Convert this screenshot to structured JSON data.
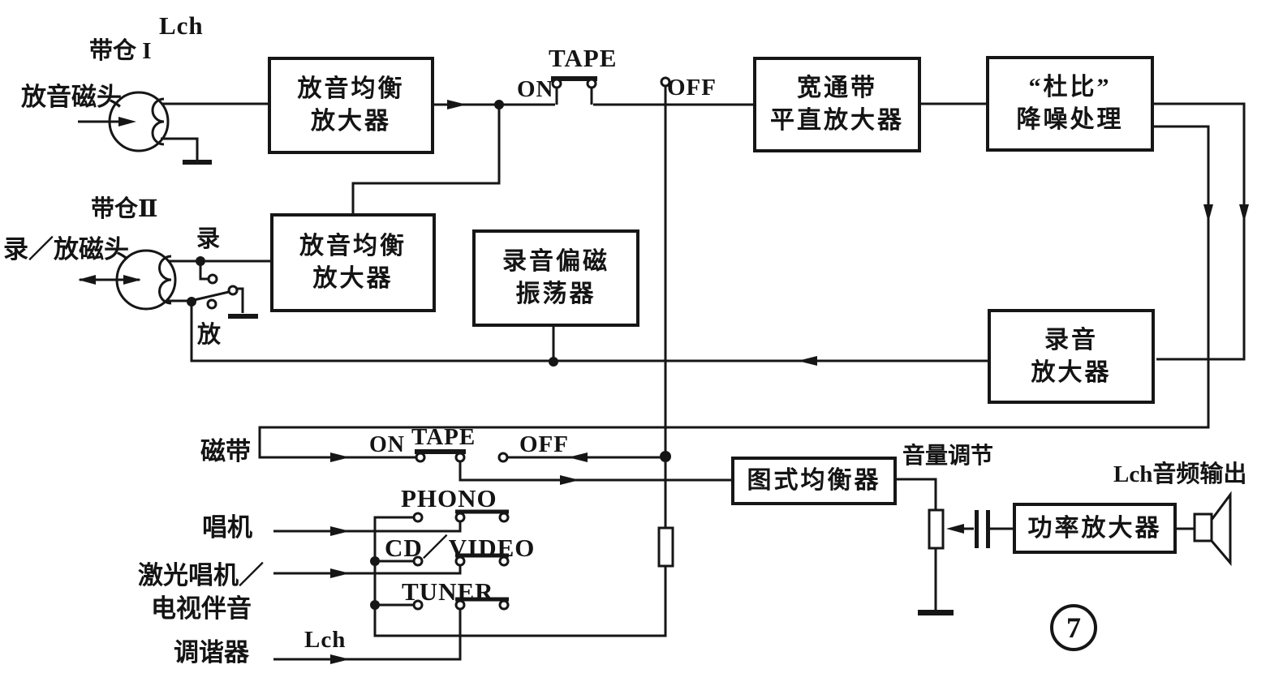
{
  "diagram_title": "cassette-deck-signal-path-schematic",
  "colors": {
    "ink": "#161616",
    "paper": "#ffffff"
  },
  "blocks": {
    "playback_eq_1": {
      "line1": "放音均衡",
      "line2": "放大器"
    },
    "playback_eq_2": {
      "line1": "放音均衡",
      "line2": "放大器"
    },
    "wideband_flat_amp": {
      "line1": "宽通带",
      "line2": "平直放大器"
    },
    "dolby_nr": {
      "line1": "“杜比”",
      "line2": "降噪处理"
    },
    "record_amp": {
      "line1": "录音",
      "line2": "放大器"
    },
    "record_bias_osc": {
      "line1": "录音偏磁",
      "line2": "振荡器"
    },
    "graphic_eq": {
      "label": "图式均衡器"
    },
    "power_amp": {
      "label": "功率放大器"
    }
  },
  "labels": {
    "lch_top": "Lch",
    "deck1": "带仓 I",
    "playback_head": "放音磁头",
    "deck2": "带仓Ⅱ",
    "rec_play_head": "录／放磁头",
    "record": "录",
    "play": "放",
    "tape_top": "TAPE",
    "on_top": "ON",
    "off_top": "OFF",
    "tape_source": "磁带",
    "tape_bottom": "TAPE",
    "on_bottom": "ON",
    "off_bottom": "OFF",
    "phono": "PHONO",
    "phono_source": "唱机",
    "cd_video": "CD／VIDEO",
    "cd_source_line1": "激光唱机／",
    "cd_source_line2": "电视伴音",
    "tuner": "TUNER",
    "tuner_source": "调谐器",
    "lch_bottom": "Lch",
    "volume_control": "音量调节",
    "lch_output": "Lch音频输出",
    "figure_number": "7"
  }
}
